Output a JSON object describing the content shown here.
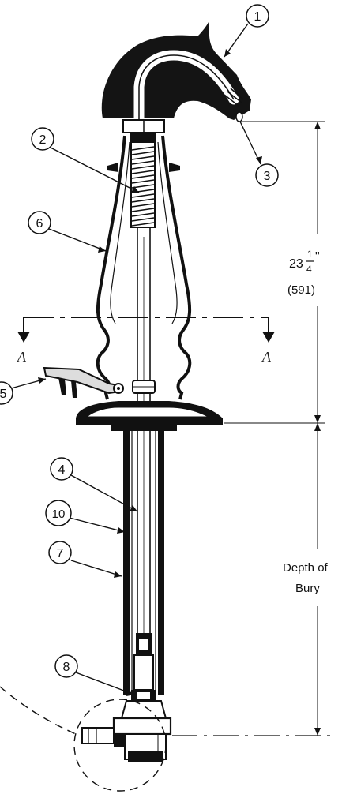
{
  "callouts": [
    {
      "id": "1",
      "text": "1"
    },
    {
      "id": "2",
      "text": "2"
    },
    {
      "id": "3",
      "text": "3"
    },
    {
      "id": "4",
      "text": "4"
    },
    {
      "id": "5",
      "text": "5"
    },
    {
      "id": "6",
      "text": "6"
    },
    {
      "id": "7",
      "text": "7"
    },
    {
      "id": "8",
      "text": "8"
    },
    {
      "id": "10",
      "text": "10"
    }
  ],
  "section": {
    "left": "A",
    "right": "A"
  },
  "dimensions": {
    "height_whole": "23",
    "height_num": "1",
    "height_den": "4",
    "height_unit": "\"",
    "height_mm": "(591)",
    "bury_line1": "Depth of",
    "bury_line2": "Bury"
  },
  "colors": {
    "ink": "#111111",
    "paper": "#ffffff"
  }
}
